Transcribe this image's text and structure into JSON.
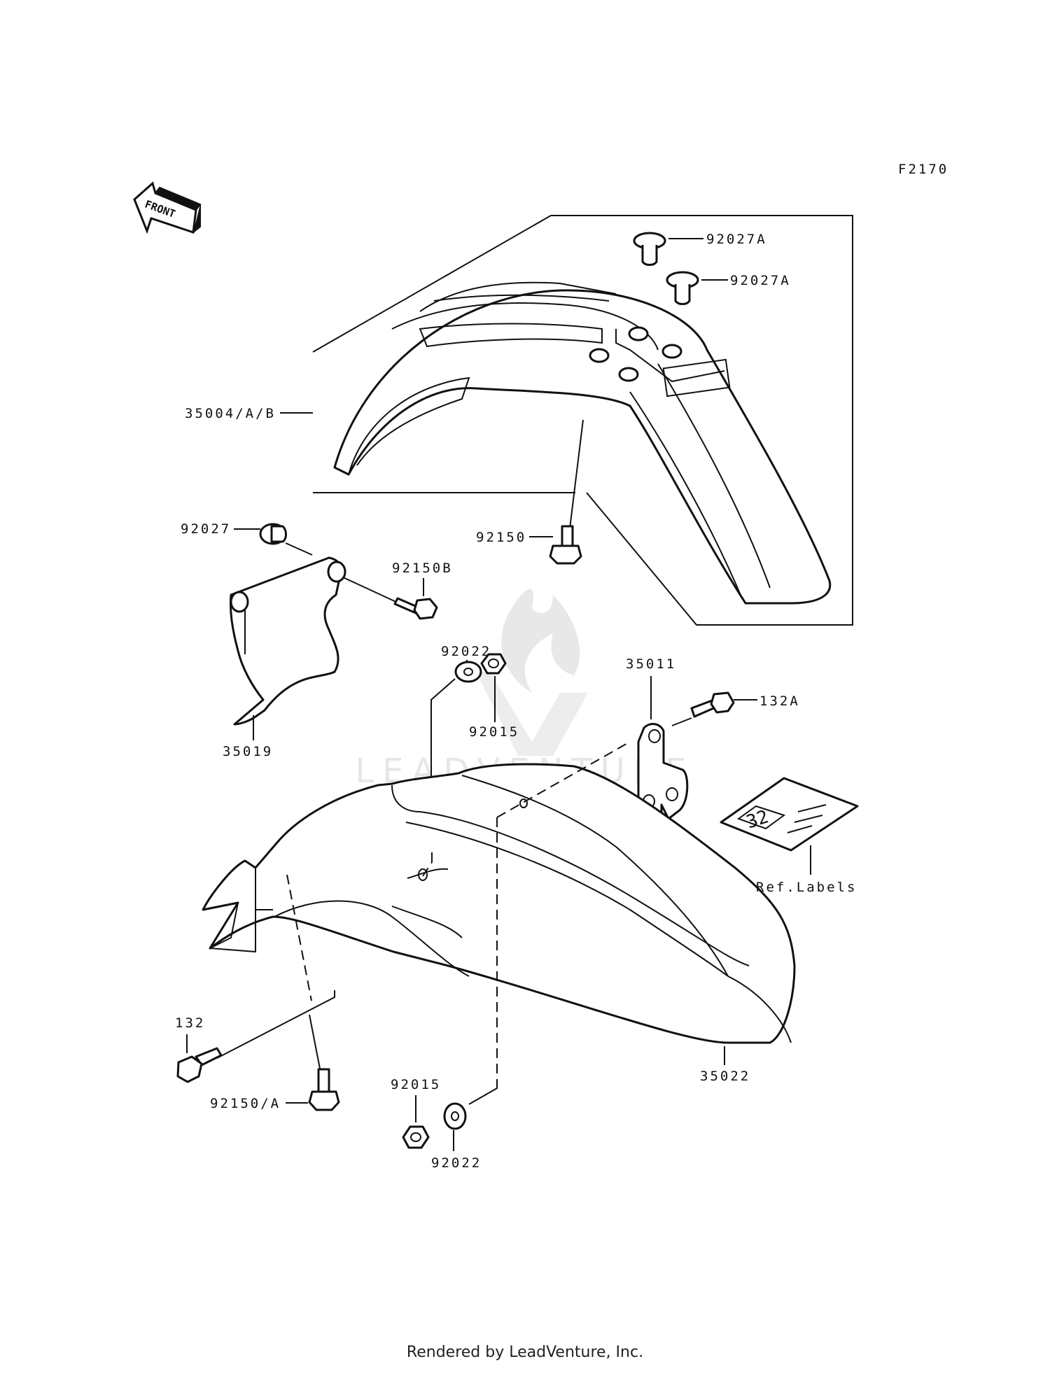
{
  "figure_code": "F2170",
  "front_arrow_label": "FRONT",
  "watermark": "LEADVENTURE",
  "footer": "Rendered by LeadVenture, Inc.",
  "label_plate_text": "32",
  "callouts": {
    "fender_assy": "35004/A/B",
    "grommet_a_1": "92027A",
    "grommet_a_2": "92027A",
    "grommet": "92027",
    "screw_92150": "92150",
    "screw_92150b": "92150B",
    "washer_upper": "92022",
    "nut_upper": "92015",
    "bracket": "35011",
    "bolt_132a": "132A",
    "guard": "35019",
    "labels": "Ref.Labels",
    "rear_fender": "35022",
    "bolt_132": "132",
    "screw_92150a": "92150/A",
    "nut_lower": "92015",
    "washer_lower": "92022"
  }
}
